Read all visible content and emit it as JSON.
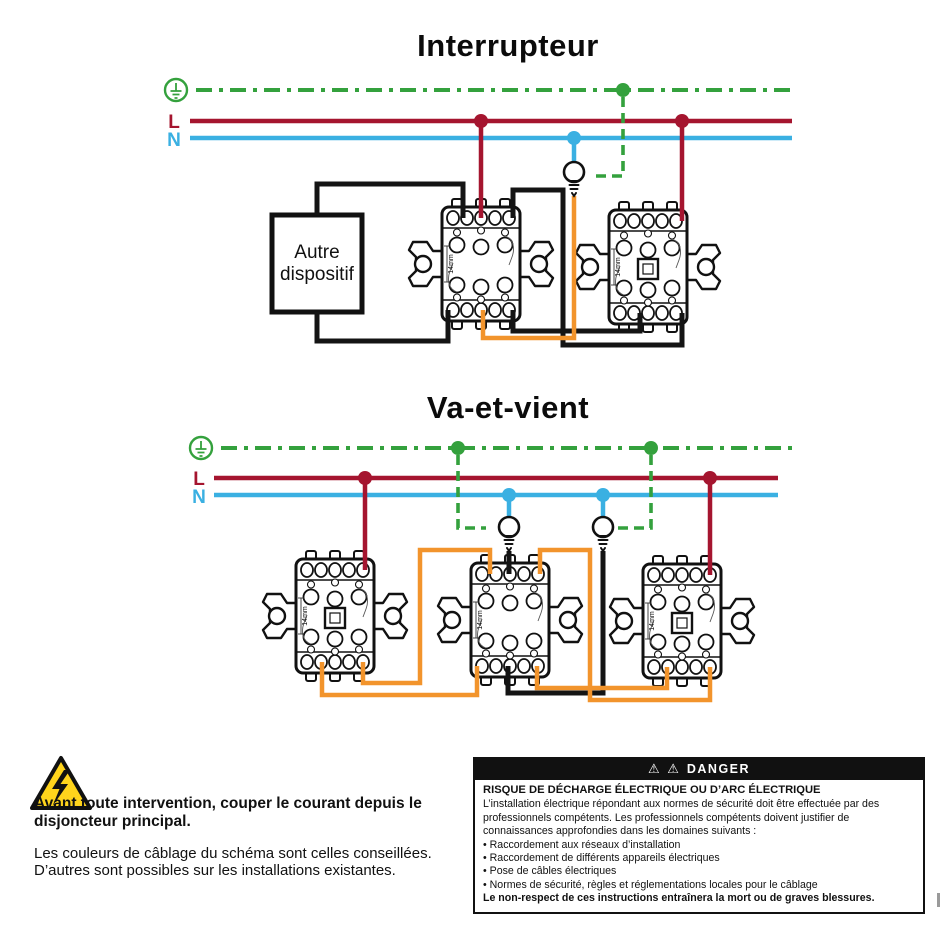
{
  "sections": {
    "interrupteur": {
      "title": "Interrupteur"
    },
    "va_et_vient": {
      "title": "Va-et-vient"
    }
  },
  "legend": {
    "earth_icon": "earth-ground-symbol",
    "live_label": "L",
    "neutral_label": "N"
  },
  "device_box": {
    "line1": "Autre",
    "line2": "dispositif"
  },
  "switch": {
    "dimension_label": "14mm"
  },
  "icons": {
    "lamp": "light-bulb",
    "warning": "high-voltage-warning-triangle",
    "danger_header": "warning-triangle"
  },
  "colors": {
    "earth_green": "#34a13d",
    "live_red": "#a5152f",
    "neutral_blue": "#3ab0e2",
    "wire_orange": "#f2942c",
    "wire_black": "#141414",
    "warning_yellow": "#ffd41c"
  },
  "notes": {
    "line1": "Avant toute intervention, couper le courant depuis le disjoncteur principal.",
    "line2": "Les couleurs de câblage du schéma sont celles conseillées.",
    "line3": "D’autres sont possibles sur les installations existantes."
  },
  "danger_box": {
    "header": "DANGER",
    "warning_glyphs": "⚠ ⚠",
    "title": "RISQUE DE DÉCHARGE ÉLECTRIQUE OU D’ARC ÉLECTRIQUE",
    "intro": "L’installation électrique répondant aux normes de sécurité doit être effectuée par des professionnels compétents. Les professionnels compétents doivent justifier de connaissances approfondies dans les domaines suivants :",
    "bullets": [
      "Raccordement aux réseaux d’installation",
      "Raccordement de différents appareils électriques",
      "Pose de câbles électriques",
      "Normes de sécurité, règles et réglementations locales pour le câblage"
    ],
    "footer": "Le non-respect de ces instructions entraînera la mort ou de graves blessures."
  }
}
